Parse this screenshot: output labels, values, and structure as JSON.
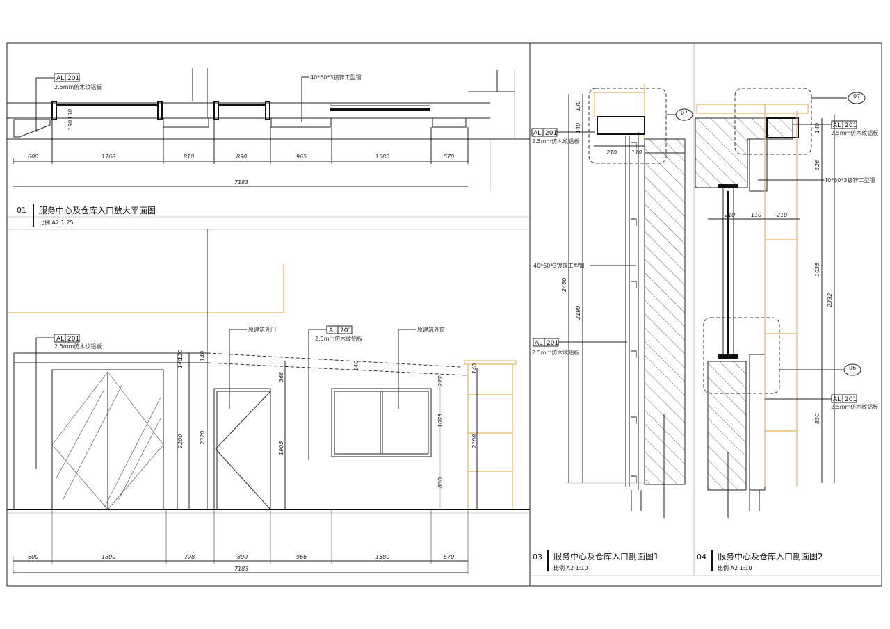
{
  "material_tag": {
    "code": "AL",
    "number": "201",
    "desc": "2.5mm仿木纹铝板"
  },
  "steel_label": "40*60*3镀锌工型钢",
  "door_label": "原建筑外门",
  "window_label": "原建筑外窗",
  "plan": {
    "number": "01",
    "title": "服务中心及仓库入口放大平面图",
    "scale": "比例 A2 1:25",
    "dims": [
      "600",
      "1768",
      "810",
      "890",
      "965",
      "1580",
      "570"
    ],
    "total": "7183",
    "side_dims": [
      "130",
      "190"
    ]
  },
  "elevation": {
    "dims": [
      "600",
      "1800",
      "778",
      "890",
      "966",
      "1580",
      "570"
    ],
    "total": "7183",
    "v_dims": [
      "140",
      "120",
      "2200",
      "2320",
      "140",
      "368",
      "1905",
      "140",
      "227",
      "1075",
      "830",
      "140",
      "2108"
    ]
  },
  "section1": {
    "number": "03",
    "title": "服务中心及仓库入口剖面图1",
    "scale": "比例 A2 1:10",
    "dims": [
      "130",
      "140",
      "210",
      "110",
      "2460",
      "2190"
    ],
    "callout": "07"
  },
  "section2": {
    "number": "04",
    "title": "服务中心及仓库入口剖面图2",
    "scale": "比例 A2 1:10",
    "dims": [
      "140",
      "326",
      "210",
      "110",
      "210",
      "1035",
      "2332",
      "830"
    ],
    "callouts": [
      "07",
      "06"
    ]
  },
  "colors": {
    "accent_line": "#e8b45a",
    "ink": "#222222"
  }
}
